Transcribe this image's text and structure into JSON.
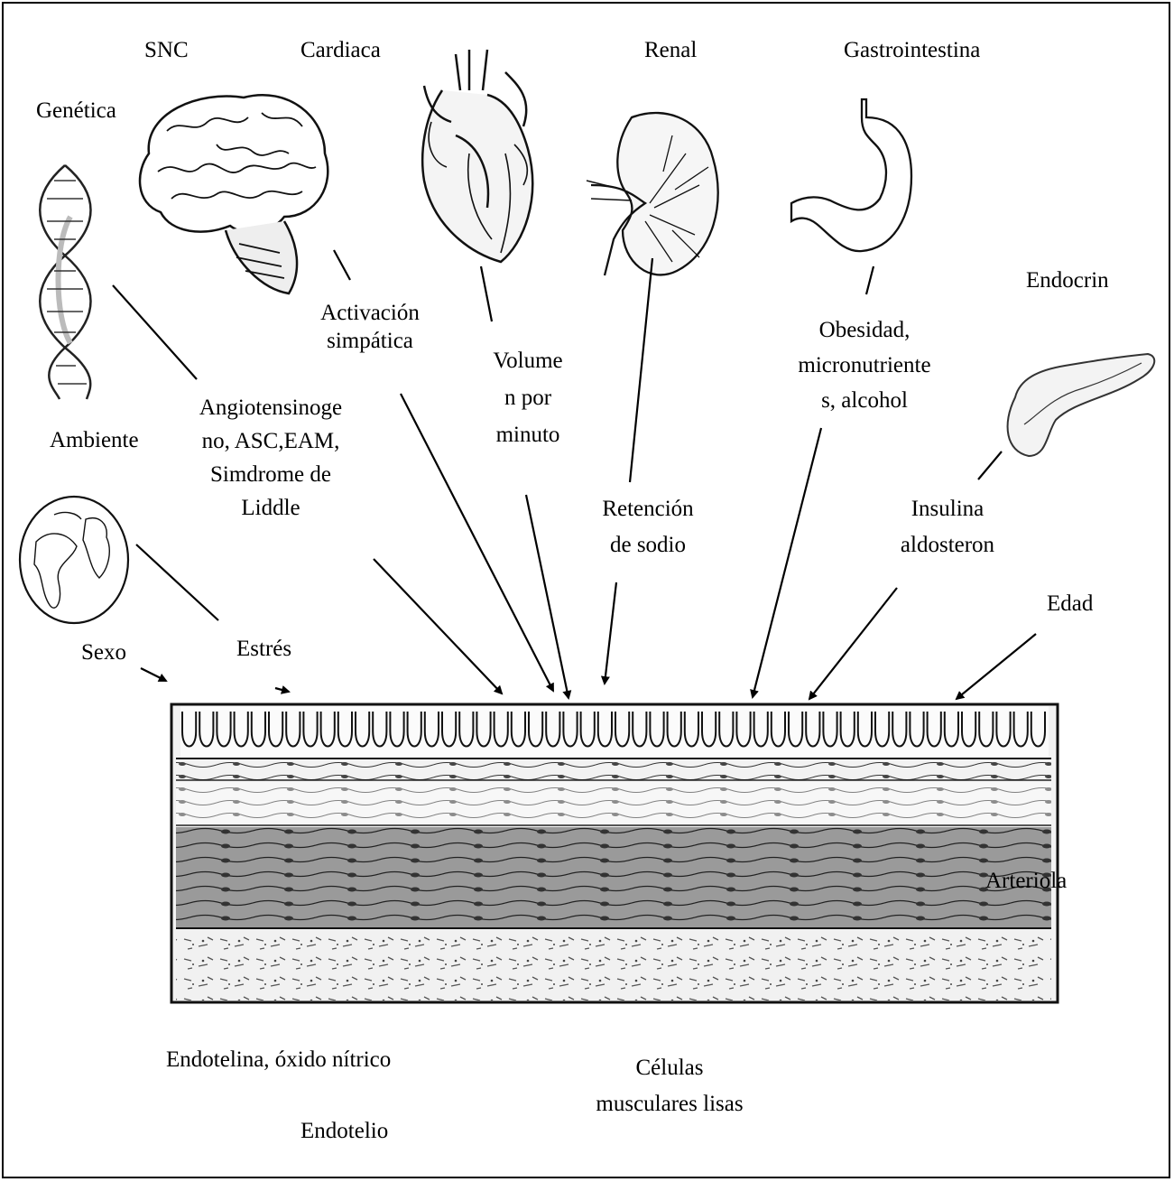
{
  "organs": {
    "snc": "SNC",
    "cardiaca": "Cardiaca",
    "renal": "Renal",
    "gastro": "Gastrointestina",
    "genetica": "Genética",
    "endocrin": "Endocrin",
    "ambiente": "Ambiente"
  },
  "factors": {
    "activacion_1": "Activación",
    "activacion_2": "simpática",
    "volumen_1": "Volume",
    "volumen_2": "n por",
    "volumen_3": "minuto",
    "obesidad_1": "Obesidad,",
    "obesidad_2": "micronutriente",
    "obesidad_3": "s, alcohol",
    "angio_1": "Angiotensinoge",
    "angio_2": "no, ASC,EAM,",
    "angio_3": "Simdrome de",
    "angio_4": "Liddle",
    "retencion_1": "Retención",
    "retencion_2": "de sodio",
    "insulina_1": "Insulina",
    "insulina_2": "aldosteron",
    "edad": "Edad",
    "sexo": "Sexo",
    "estres": "Estrés"
  },
  "vessel": {
    "arteriola": "Arteriola",
    "endotelina": "Endotelina, óxido nítrico",
    "celulas_1": "Células",
    "celulas_2": "musculares lisas",
    "endotelio": "Endotelio"
  },
  "icons": [
    "dna-icon",
    "brain-icon",
    "heart-icon",
    "kidney-icon",
    "stomach-icon",
    "pancreas-icon",
    "globe-icon"
  ]
}
